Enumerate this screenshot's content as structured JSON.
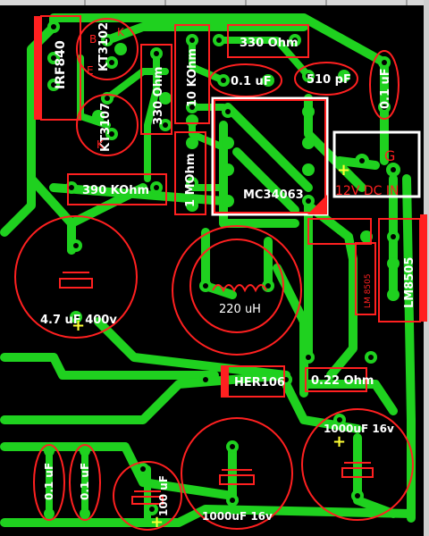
{
  "board": {
    "labels": {
      "q1": "IRF840",
      "q2": "KT3102",
      "q3": "KT3107",
      "r330a": "330 Ohm",
      "r330b": "330 Ohm",
      "r10k": "10 KOhm",
      "r1m": "1 MOhm",
      "r390k": "390 KOhm",
      "c01a": "0.1 uF",
      "c510": "510 pF",
      "c01b": "0.1 uF",
      "ic": "MC34063",
      "conn": "12V DC IN",
      "conn_g": "G",
      "conn_plus": "+",
      "reg": "LM8505",
      "reg_small": "LM 8505",
      "c47": "4.7 uF 400v",
      "l1": "220 uH",
      "d1": "HER106",
      "r022": "0.22 Ohm",
      "c1000a": "1000uF 16v",
      "c1000b": "1000uF 16v",
      "c100": "100 uF",
      "c01c": "0.1 uF",
      "c01d": "0.1 uF",
      "plus": "+",
      "q_e": "E",
      "q_k": "K",
      "q_b": "B"
    },
    "colors": {
      "copper": "#1fd11f",
      "silk": "#ff2020",
      "outline": "#ffffff",
      "polarity": "#ffff33",
      "background": "#000000"
    }
  }
}
